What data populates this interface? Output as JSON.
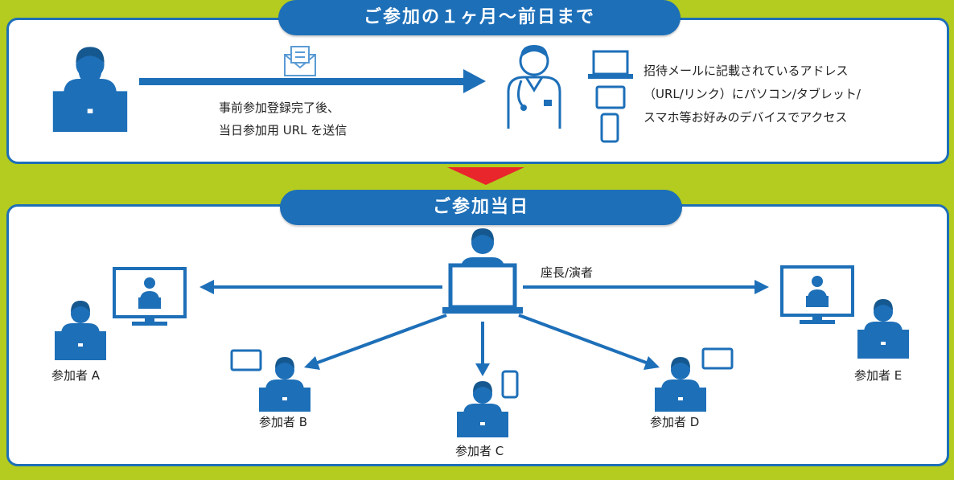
{
  "colors": {
    "background": "#b3cc1f",
    "accent": "#1d6fb8",
    "arrow_red": "#e8262b"
  },
  "top_section": {
    "title": "ご参加の１ヶ月～前日まで",
    "send_caption": [
      "事前参加登録完了後、",
      "当日参加用 URL を送信"
    ],
    "access_caption": [
      "招待メールに記載されているアドレス",
      "（URL/リンク）にパソコン/タブレット/",
      "スマホ等お好みのデバイスでアクセス"
    ]
  },
  "bottom_section": {
    "title": "ご参加当日",
    "presenter_label": "座長/演者",
    "participants": [
      "参加者 A",
      "参加者 B",
      "参加者 C",
      "参加者 D",
      "参加者 E"
    ]
  },
  "icons": [
    "person-laptop-icon",
    "envelope-icon",
    "doctor-icon",
    "laptop-icon",
    "tablet-icon",
    "smartphone-icon",
    "monitor-icon",
    "down-arrow-icon"
  ]
}
